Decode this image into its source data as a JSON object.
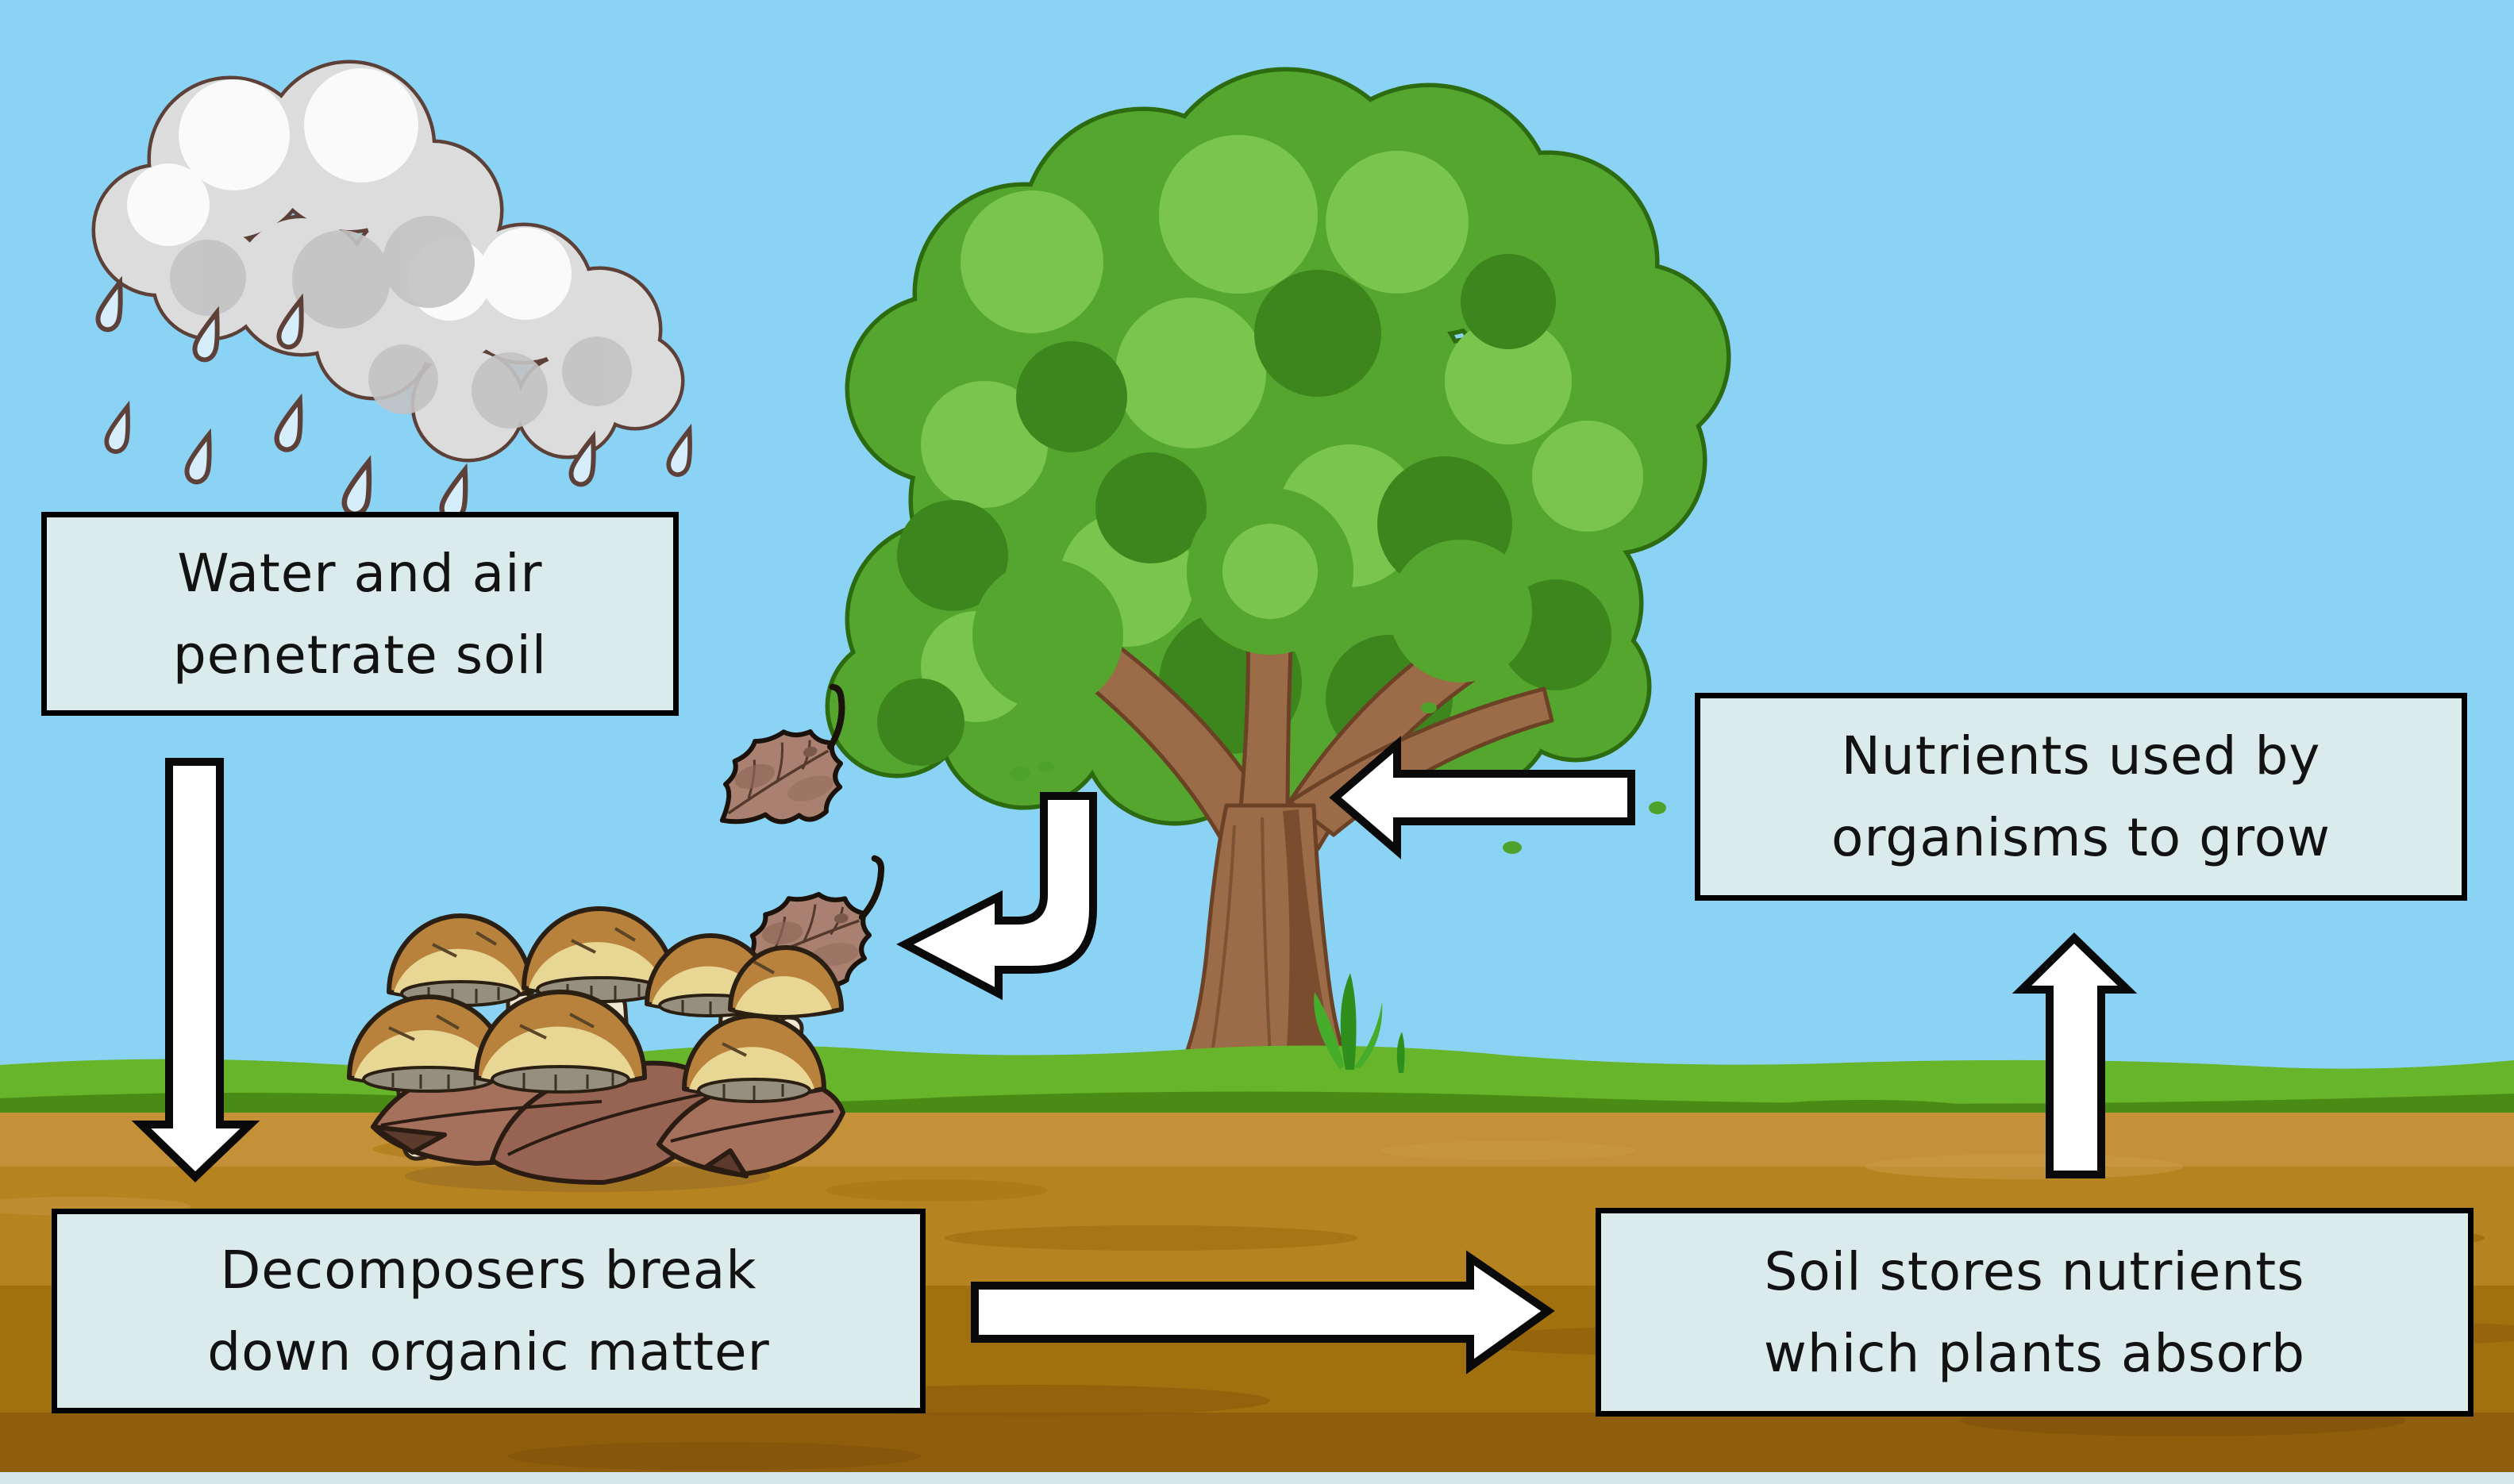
{
  "diagram": {
    "boxes": {
      "water_air": {
        "line1": "Water and air",
        "line2": "penetrate soil"
      },
      "nutrients_used": {
        "line1": "Nutrients used by",
        "line2": "organisms to grow"
      },
      "decomposers": {
        "line1": "Decomposers break",
        "line2": "down organic matter"
      },
      "soil_stores": {
        "line1": "Soil stores nutrients",
        "line2": "which plants absorb"
      }
    },
    "icons": [
      "rain-cloud-icon",
      "raindrop-icon",
      "tree-icon",
      "mushroom-cluster-icon",
      "fallen-leaves-icon",
      "falling-leaf-icon",
      "seedling-icon",
      "down-arrow-icon",
      "curved-left-arrow-icon",
      "left-arrow-icon",
      "right-arrow-icon",
      "up-arrow-icon"
    ],
    "colors": {
      "sky": "#8BD3F5",
      "grass_light": "#67B52A",
      "grass_dark": "#4A8B16",
      "soil_light": "#C49139",
      "soil_dark": "#8F5E0C",
      "box_fill": "#DBEAEA",
      "box_border": "#000000",
      "arrow_fill": "#FFFFFF",
      "arrow_outline": "#0A0A0A",
      "cloud_fill": "#DCDCDC",
      "cloud_outline": "#5D4037",
      "canopy_green": "#54A62F",
      "trunk_brown": "#9C6B47"
    }
  }
}
